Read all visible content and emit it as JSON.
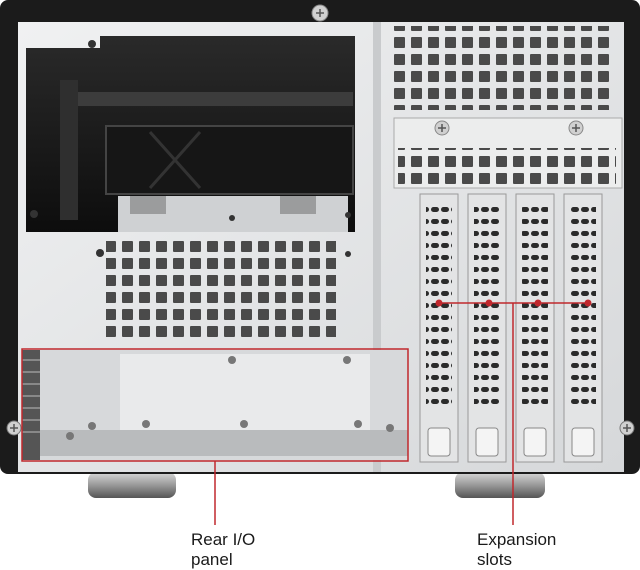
{
  "callouts": {
    "rear_io": "Rear I/O\npanel",
    "expansion": "Expansion\nslots"
  },
  "colors": {
    "case_shell": "#1b1b1b",
    "panel_silver": "#e6e7e8",
    "callout_red": "#c0282d"
  },
  "icons": {
    "rear_io_marker": "rectangle-outline",
    "expansion_marker": "dot-leader-line"
  }
}
